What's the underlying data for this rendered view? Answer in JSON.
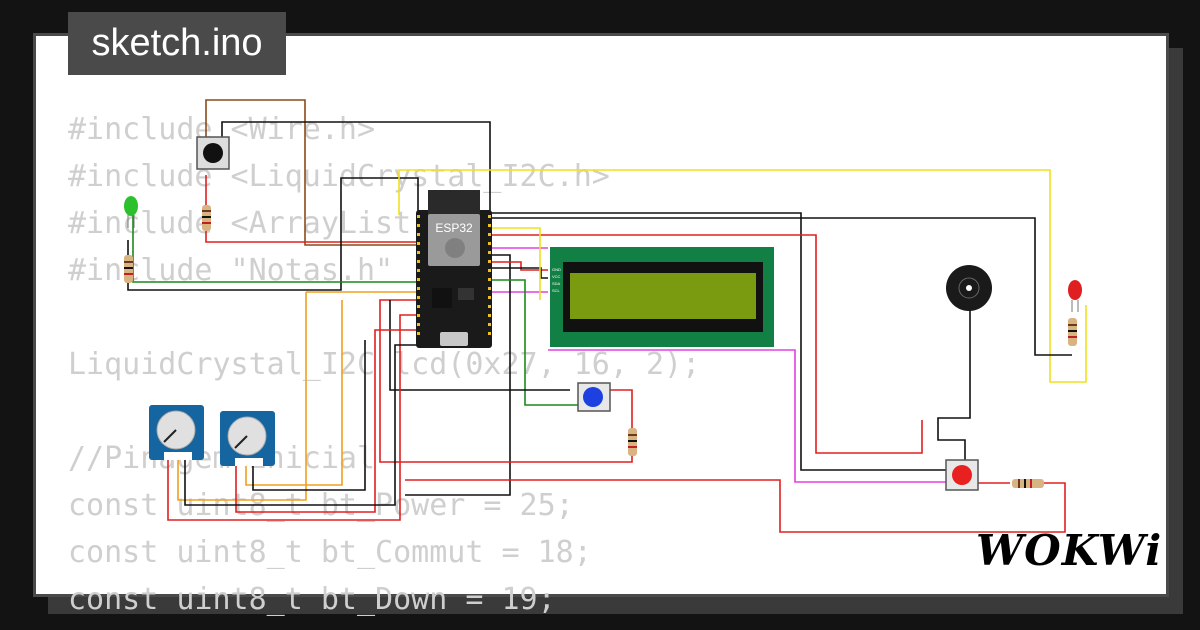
{
  "title": "sketch.ino",
  "code_lines": [
    "#include <Wire.h>",
    "#include <LiquidCrystal_I2C.h>",
    "#include <ArrayList.h>",
    "#include \"Notas.h\"",
    "",
    "LiquidCrystal_I2C lcd(0x27, 16, 2);",
    "",
    "//Pinagem inicial",
    "const uint8_t bt_Power = 25;",
    "const uint8_t bt_Commut = 18;",
    "const uint8_t bt_Down = 19;"
  ],
  "board": {
    "label": "ESP32"
  },
  "lcd_pins": [
    "GND",
    "VCC",
    "SDA",
    "SCL"
  ],
  "logo": "WOKWi",
  "colors": {
    "background": "#131313",
    "card": "#ffffff",
    "tab": "#4a4a4a",
    "code_text": "#cfcfcf",
    "lcd_pcb": "#128045",
    "lcd_screen": "#7a9a10",
    "wire_red": "#e02020",
    "wire_black": "#111111",
    "wire_yellow": "#f0e020",
    "wire_green": "#1a8a1a",
    "wire_magenta": "#e040e0",
    "wire_orange": "#f0a020",
    "wire_brown": "#8a4a1a"
  },
  "components": [
    "pushbutton-black",
    "led-green",
    "led-red",
    "potentiometer",
    "potentiometer",
    "esp32",
    "lcd1602",
    "buzzer",
    "pushbutton-blue",
    "pushbutton-red",
    "resistor"
  ]
}
